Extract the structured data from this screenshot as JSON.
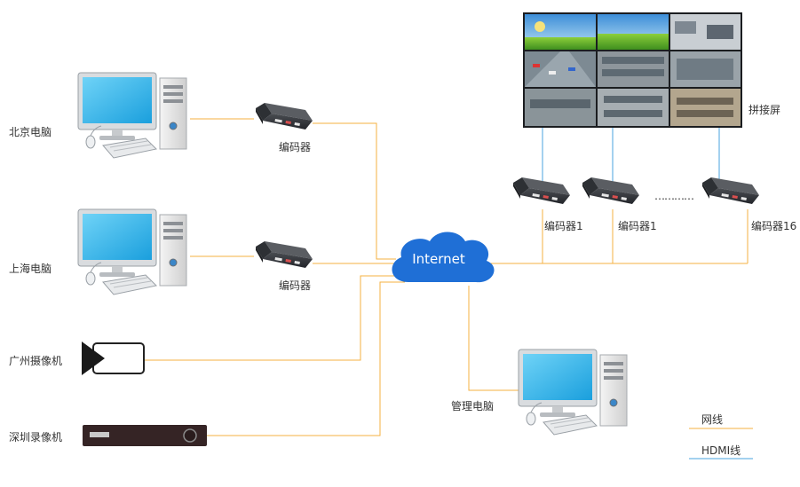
{
  "colors": {
    "network_line": "#f5b041",
    "hdmi_line": "#4aa3df",
    "cloud": "#1f6fd6",
    "text": "#333333"
  },
  "cloud": {
    "label": "Internet",
    "icon": "cloud-icon"
  },
  "sources": [
    {
      "label": "北京电脑",
      "icon": "desktop-pc-icon"
    },
    {
      "label": "上海电脑",
      "icon": "desktop-pc-icon"
    },
    {
      "label": "广州摄像机",
      "icon": "video-camera-icon"
    },
    {
      "label": "深圳录像机",
      "icon": "video-recorder-icon"
    }
  ],
  "encoders_left": [
    {
      "label": "编码器",
      "icon": "encoder-box-icon"
    },
    {
      "label": "编码器",
      "icon": "encoder-box-icon"
    }
  ],
  "encoders_right": [
    {
      "label": "编码器1",
      "icon": "encoder-box-icon"
    },
    {
      "label": "编码器1",
      "icon": "encoder-box-icon"
    },
    {
      "label": "编码器16",
      "icon": "encoder-box-icon"
    }
  ],
  "encoders_ellipsis": "…………",
  "video_wall": {
    "label": "拼接屏",
    "icon": "video-wall-icon"
  },
  "management_pc": {
    "label": "管理电脑",
    "icon": "desktop-pc-icon"
  },
  "legend": [
    {
      "label": "网线",
      "line": "network-line"
    },
    {
      "label": "HDMI线",
      "line": "hdmi-line"
    }
  ]
}
